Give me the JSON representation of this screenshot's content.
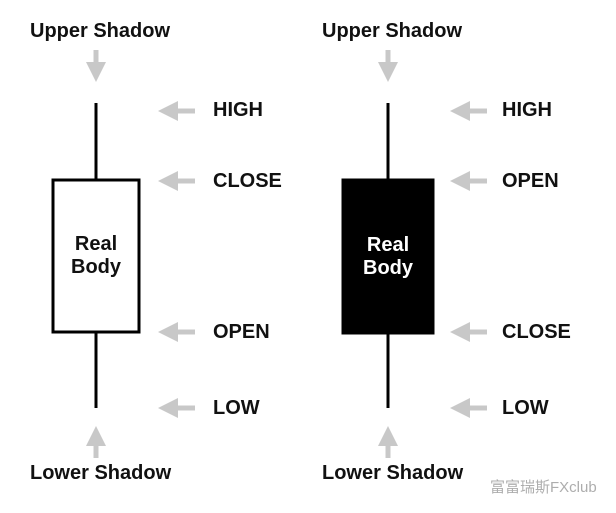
{
  "candles": [
    {
      "upper_label": "Upper Shadow",
      "lower_label": "Lower Shadow",
      "body_text": [
        "Real",
        "Body"
      ],
      "body_color": "#ffffff",
      "labels": [
        "HIGH",
        "CLOSE",
        "OPEN",
        "LOW"
      ]
    },
    {
      "upper_label": "Upper Shadow",
      "lower_label": "Lower Shadow",
      "body_text": [
        "Real",
        "Body"
      ],
      "body_color": "#000000",
      "labels": [
        "HIGH",
        "OPEN",
        "CLOSE",
        "LOW"
      ]
    }
  ],
  "watermark": "富富瑞斯FXclub",
  "colors": {
    "arrow": "#c8c8c8",
    "line": "#000000"
  }
}
